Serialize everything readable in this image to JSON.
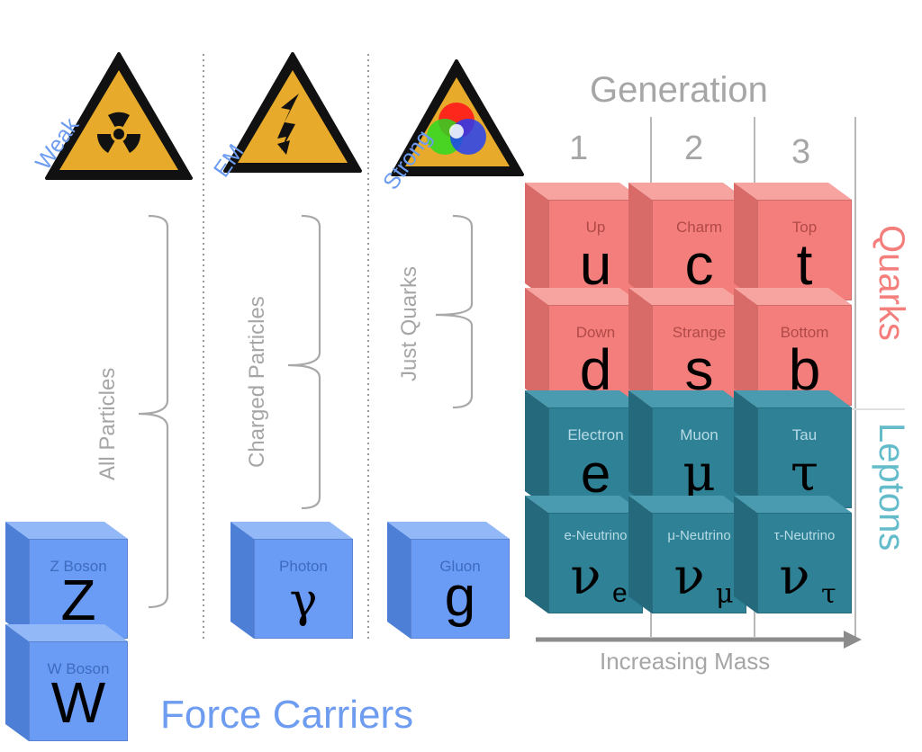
{
  "forces": [
    {
      "name": "Weak",
      "icon": "radiation-icon",
      "scope": "All Particles"
    },
    {
      "name": "EM",
      "icon": "high-voltage-icon",
      "scope": "Charged Particles"
    },
    {
      "name": "Strong",
      "icon": "color-charge-icon",
      "scope": "Just Quarks"
    }
  ],
  "bosons": {
    "z": {
      "name": "Z Boson",
      "symbol": "Z"
    },
    "w": {
      "name": "W Boson",
      "symbol": "W"
    },
    "photon": {
      "name": "Photon",
      "symbol": "γ"
    },
    "gluon": {
      "name": "Gluon",
      "symbol": "g"
    }
  },
  "force_carriers_label": "Force Carriers",
  "generation": {
    "title": "Generation",
    "numbers": [
      "1",
      "2",
      "3"
    ]
  },
  "quarks": {
    "label": "Quarks",
    "up": {
      "name": "Up",
      "symbol": "u"
    },
    "charm": {
      "name": "Charm",
      "symbol": "c"
    },
    "top": {
      "name": "Top",
      "symbol": "t"
    },
    "down": {
      "name": "Down",
      "symbol": "d"
    },
    "strange": {
      "name": "Strange",
      "symbol": "s"
    },
    "bottom": {
      "name": "Bottom",
      "symbol": "b"
    }
  },
  "leptons": {
    "label": "Leptons",
    "electron": {
      "name": "Electron",
      "symbol": "e"
    },
    "muon": {
      "name": "Muon",
      "symbol": "μ"
    },
    "tau": {
      "name": "Tau",
      "symbol": "τ"
    },
    "e_neutrino": {
      "name": "e-Neutrino",
      "symbol": "ν",
      "sub": "e"
    },
    "mu_neutrino": {
      "name": "μ-Neutrino",
      "symbol": "ν",
      "sub": "μ"
    },
    "tau_neutrino": {
      "name": "τ-Neutrino",
      "symbol": "ν",
      "sub": "τ"
    }
  },
  "mass_axis_label": "Increasing Mass",
  "colors": {
    "quark": "#f47e7b",
    "lepton": "#2f8196",
    "boson": "#6b9cf5",
    "label_blue": "#6d9cf0",
    "gray": "#a6a6a6",
    "sign_yellow": "#e7aa2a"
  }
}
